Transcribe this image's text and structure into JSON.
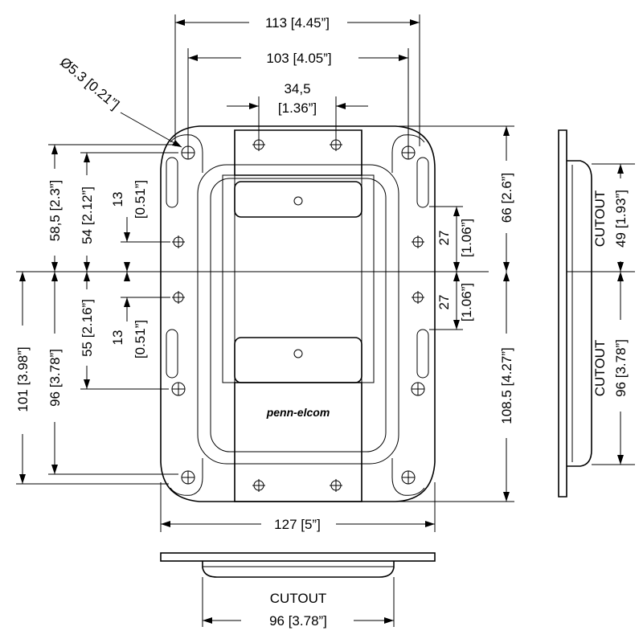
{
  "brand": "penn-elcom",
  "dimensions": {
    "top_113": "113 [4.45”]",
    "top_103": "103 [4.05”]",
    "top_345_a": "34,5",
    "top_345_b": "[1.36”]",
    "hole_dia": "Ø5.3 [0.21”]",
    "left_585": "58,5 [2.3”]",
    "left_54": "54 [2.12”]",
    "left_13_upper_a": "13",
    "left_13_upper_b": "[0.51”]",
    "left_101": "101 [3.98”]",
    "left_96": "96 [3.78”]",
    "left_55": "55 [2.16”]",
    "left_13_lower_a": "13",
    "left_13_lower_b": "[0.51”]",
    "right_27_upper_a": "27",
    "right_27_upper_b": "[1.06”]",
    "right_27_lower_a": "27",
    "right_27_lower_b": "[1.06”]",
    "right_66": "66 [2.6”]",
    "right_1085": "108.5 [4.27”]",
    "bottom_127": "127 [5”]",
    "side_cutout_upper_a": "CUTOUT",
    "side_cutout_upper_b": "49 [1.93”]",
    "side_cutout_lower_a": "CUTOUT",
    "side_cutout_lower_b": "96 [3.78”]",
    "bottom_cutout_a": "CUTOUT",
    "bottom_cutout_b": "96 [3.78”]"
  }
}
